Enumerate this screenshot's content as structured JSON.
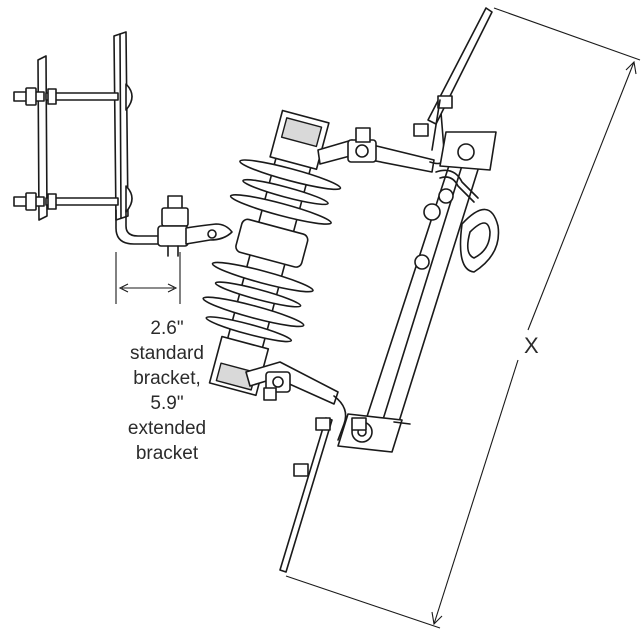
{
  "bracket_callout": {
    "line1": "2.6\"",
    "line2": "standard",
    "line3": "bracket,",
    "line4": "5.9\"",
    "line5": "extended",
    "line6": "bracket"
  },
  "dimension_label": "X",
  "colors": {
    "line": "#1a1a1a",
    "text": "#2b2b2b",
    "shade": "#d9d9d9",
    "background": "#ffffff"
  }
}
